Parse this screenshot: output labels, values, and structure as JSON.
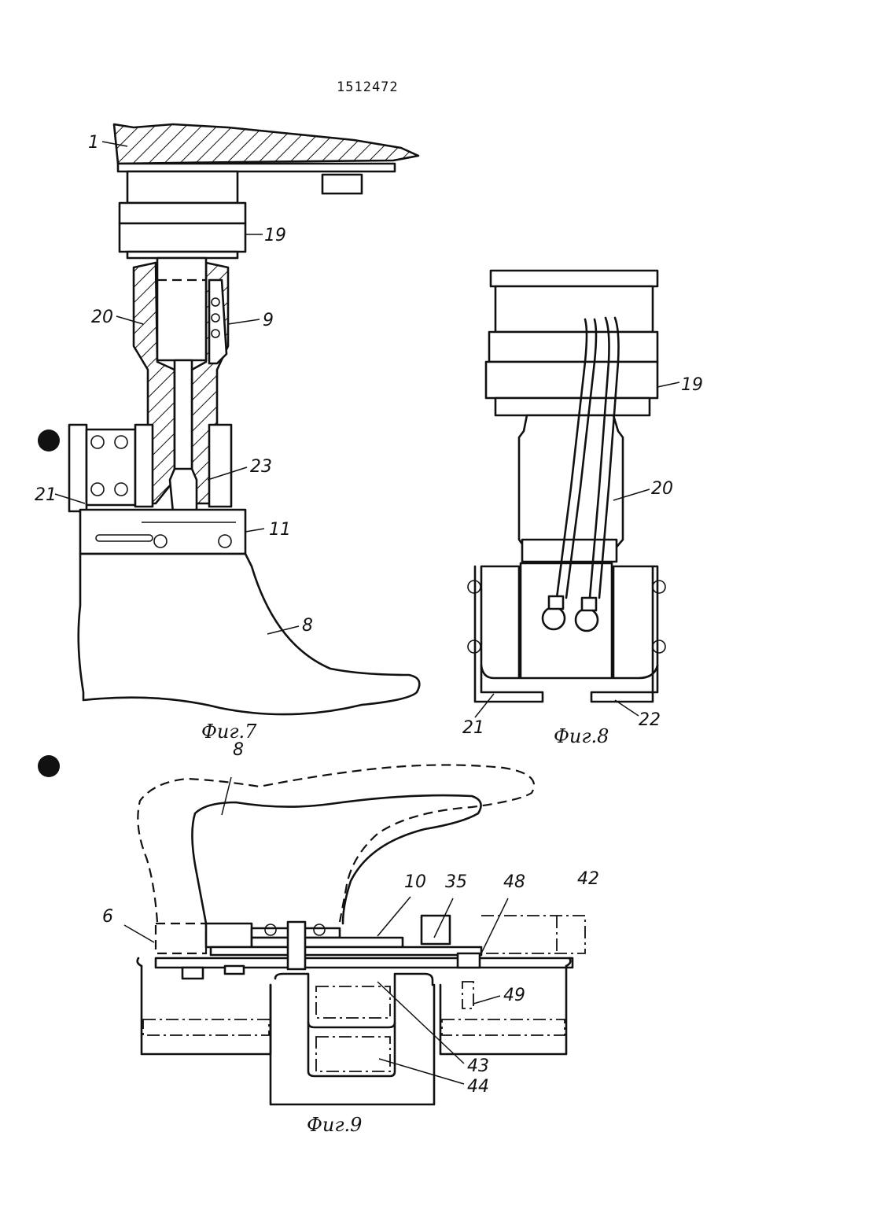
{
  "document": {
    "number": "1512472"
  },
  "figures": [
    {
      "id": "fig7",
      "caption": "Фиг.7",
      "labels": [
        "1",
        "19",
        "20",
        "9",
        "23",
        "21",
        "11",
        "8"
      ]
    },
    {
      "id": "fig8",
      "caption": "Фиг.8",
      "labels": [
        "19",
        "20",
        "21",
        "22"
      ]
    },
    {
      "id": "fig9",
      "caption": "Фиг.9",
      "labels": [
        "8",
        "6",
        "10",
        "35",
        "48",
        "42",
        "49",
        "43",
        "44"
      ]
    }
  ]
}
